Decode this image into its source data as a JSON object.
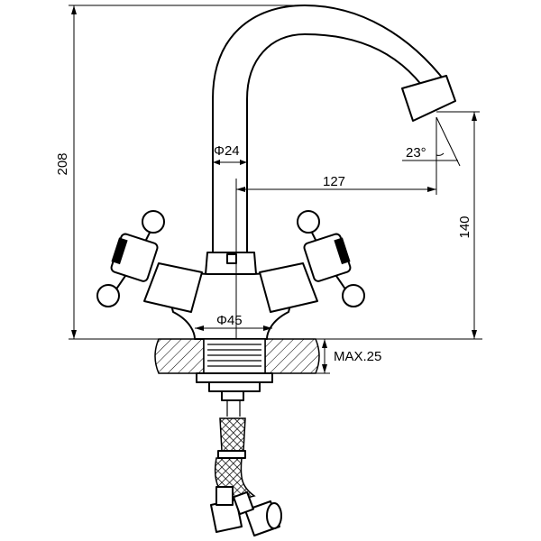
{
  "dimensions": {
    "height_total": "208",
    "spout_diameter": "Φ24",
    "spout_angle": "23°",
    "spout_reach": "127",
    "spout_height": "140",
    "base_diameter": "Φ45",
    "max_thickness": "MAX.25"
  }
}
